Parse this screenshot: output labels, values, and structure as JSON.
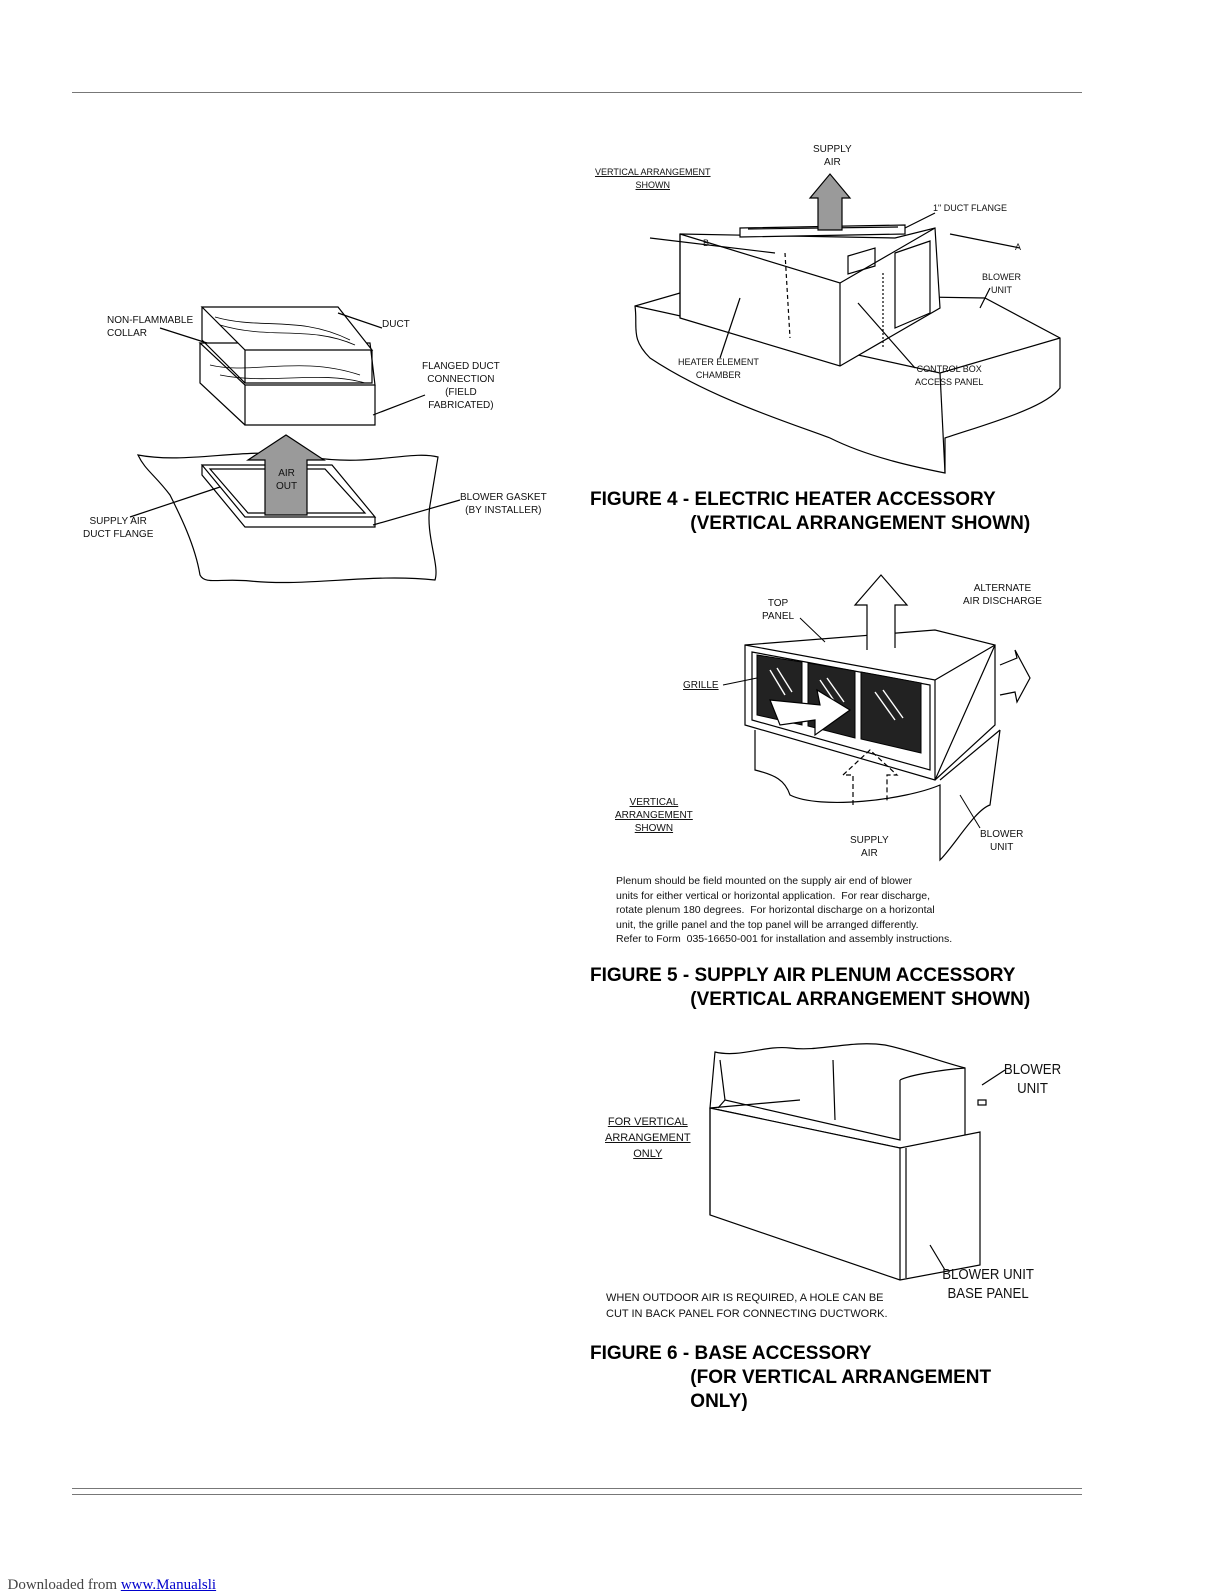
{
  "fig_left": {
    "labels": {
      "collar": "NON-FLAMMABLE\nCOLLAR",
      "duct": "DUCT",
      "flanged": "FLANGED DUCT\nCONNECTION\n(FIELD\nFABRICATED)",
      "air_out": "AIR\nOUT",
      "gasket": "BLOWER GASKET\n(BY INSTALLER)",
      "supply_flange": "SUPPLY AIR\nDUCT FLANGE"
    }
  },
  "fig4": {
    "labels": {
      "supply_air": "SUPPLY\nAIR",
      "vertical": "VERTICAL ARRANGEMENT\nSHOWN",
      "duct_flange": "1\" DUCT FLANGE",
      "dim_b": "B",
      "dim_a": "A",
      "blower": "BLOWER\nUNIT",
      "heater": "HEATER ELEMENT\nCHAMBER",
      "control": "CONTROL BOX\nACCESS PANEL"
    },
    "caption": "FIGURE 4 - ELECTRIC HEATER ACCESSORY\n                   (VERTICAL ARRANGEMENT SHOWN)"
  },
  "fig5": {
    "labels": {
      "top_panel": "TOP\nPANEL",
      "alternate": "ALTERNATE\nAIR DISCHARGE",
      "grille": "GRILLE",
      "vertical": "VERTICAL\nARRANGEMENT\nSHOWN",
      "supply_air": "SUPPLY\nAIR",
      "blower": "BLOWER\nUNIT"
    },
    "note": "Plenum should be field mounted on the supply air end of blower\nunits for either vertical or horizontal application.  For rear discharge,\nrotate plenum 180 degrees.  For horizontal discharge on a horizontal\nunit, the grille panel and the top panel will be arranged differently.\nRefer to Form  035-16650-001 for installation and assembly instructions.",
    "caption": "FIGURE 5 - SUPPLY AIR PLENUM ACCESSORY\n                   (VERTICAL ARRANGEMENT SHOWN)"
  },
  "fig6": {
    "labels": {
      "blower": "BLOWER\nUNIT",
      "vertical_only": "FOR VERTICAL\nARRANGEMENT\nONLY",
      "base_panel": "BLOWER UNIT\nBASE PANEL",
      "outdoor": "WHEN OUTDOOR AIR IS REQUIRED, A HOLE CAN BE\nCUT IN BACK PANEL FOR CONNECTING DUCTWORK."
    },
    "caption": "FIGURE 6 - BASE ACCESSORY\n                   (FOR VERTICAL ARRANGEMENT\n                   ONLY)"
  },
  "footer": {
    "prefix": "Downloaded from ",
    "link": "www.Manualsli"
  }
}
